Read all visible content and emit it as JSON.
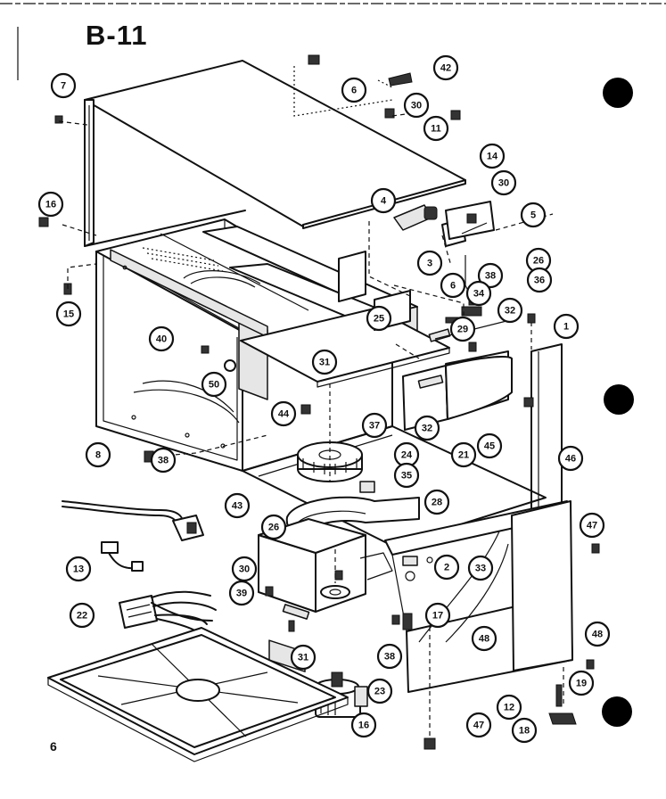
{
  "page": {
    "title": "B-11",
    "page_number": "6"
  },
  "callouts": [
    {
      "id": "c-6-top",
      "label": "6"
    },
    {
      "id": "c-42",
      "label": "42"
    },
    {
      "id": "c-7",
      "label": "7"
    },
    {
      "id": "c-30-top",
      "label": "30"
    },
    {
      "id": "c-11",
      "label": "11"
    },
    {
      "id": "c-14",
      "label": "14"
    },
    {
      "id": "c-16-left",
      "label": "16"
    },
    {
      "id": "c-30-right",
      "label": "30"
    },
    {
      "id": "c-4",
      "label": "4"
    },
    {
      "id": "c-5",
      "label": "5"
    },
    {
      "id": "c-3",
      "label": "3"
    },
    {
      "id": "c-26-right",
      "label": "26"
    },
    {
      "id": "c-38-a",
      "label": "38"
    },
    {
      "id": "c-6-mid",
      "label": "6"
    },
    {
      "id": "c-36",
      "label": "36"
    },
    {
      "id": "c-34",
      "label": "34"
    },
    {
      "id": "c-15",
      "label": "15"
    },
    {
      "id": "c-25",
      "label": "25"
    },
    {
      "id": "c-29",
      "label": "29"
    },
    {
      "id": "c-32-top",
      "label": "32"
    },
    {
      "id": "c-1",
      "label": "1"
    },
    {
      "id": "c-40-left",
      "label": "40"
    },
    {
      "id": "c-31-mid",
      "label": "31"
    },
    {
      "id": "c-50",
      "label": "50"
    },
    {
      "id": "c-44",
      "label": "44"
    },
    {
      "id": "c-32-bot",
      "label": "32"
    },
    {
      "id": "c-37",
      "label": "37"
    },
    {
      "id": "c-21",
      "label": "21"
    },
    {
      "id": "c-45",
      "label": "45"
    },
    {
      "id": "c-8",
      "label": "8"
    },
    {
      "id": "c-38-b",
      "label": "38"
    },
    {
      "id": "c-24",
      "label": "24"
    },
    {
      "id": "c-35",
      "label": "35"
    },
    {
      "id": "c-46",
      "label": "46"
    },
    {
      "id": "c-28",
      "label": "28"
    },
    {
      "id": "c-43",
      "label": "43"
    },
    {
      "id": "c-26-low",
      "label": "26"
    },
    {
      "id": "c-47-right",
      "label": "47"
    },
    {
      "id": "c-13",
      "label": "13"
    },
    {
      "id": "c-2",
      "label": "2"
    },
    {
      "id": "c-33",
      "label": "33"
    },
    {
      "id": "c-30-low",
      "label": "30"
    },
    {
      "id": "c-39",
      "label": "39"
    },
    {
      "id": "c-22",
      "label": "22"
    },
    {
      "id": "c-48-mid",
      "label": "48"
    },
    {
      "id": "c-17",
      "label": "17"
    },
    {
      "id": "c-31-low",
      "label": "31"
    },
    {
      "id": "c-48-right",
      "label": "48"
    },
    {
      "id": "c-38-c",
      "label": "38"
    },
    {
      "id": "c-23",
      "label": "23"
    },
    {
      "id": "c-19",
      "label": "19"
    },
    {
      "id": "c-12",
      "label": "12"
    },
    {
      "id": "c-16-bottom",
      "label": "16"
    },
    {
      "id": "c-47-bottom",
      "label": "47"
    },
    {
      "id": "c-18",
      "label": "18"
    }
  ]
}
